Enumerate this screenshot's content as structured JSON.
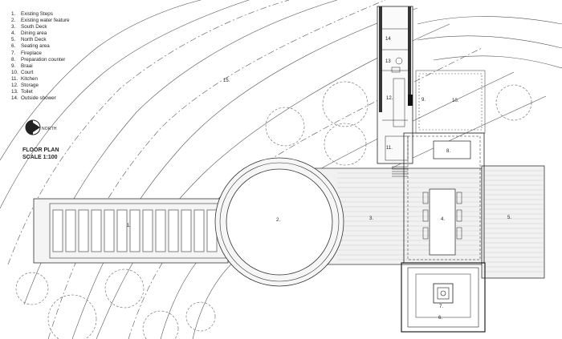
{
  "legend": [
    {
      "num": "1.",
      "label": "Existing Steps"
    },
    {
      "num": "2.",
      "label": "Existing water feature"
    },
    {
      "num": "3.",
      "label": "South Deck"
    },
    {
      "num": "4.",
      "label": "Dining area"
    },
    {
      "num": "5.",
      "label": "North Deck"
    },
    {
      "num": "6.",
      "label": "Seating area"
    },
    {
      "num": "7.",
      "label": "Fireplace"
    },
    {
      "num": "8.",
      "label": "Preparation counter"
    },
    {
      "num": "9.",
      "label": "Braai"
    },
    {
      "num": "10.",
      "label": "Court"
    },
    {
      "num": "11.",
      "label": "Kitchen"
    },
    {
      "num": "12.",
      "label": "Storage"
    },
    {
      "num": "13.",
      "label": "Toilet"
    },
    {
      "num": "14.",
      "label": "Outside shower"
    }
  ],
  "north_label": "NORTH",
  "title": {
    "line1": "FLOOR PLAN",
    "line2": "SCALE  1:100"
  },
  "tags": {
    "steps": "1.",
    "water": "2.",
    "south_deck": "3.",
    "dining": "4.",
    "north_deck": "5.",
    "seating": "6.",
    "fireplace": "7.",
    "counter": "8.",
    "braai": "9.",
    "court": "10.",
    "kitchen": "11.",
    "storage": "12.",
    "toilet": "13",
    "shower": "14",
    "contour": "15."
  }
}
